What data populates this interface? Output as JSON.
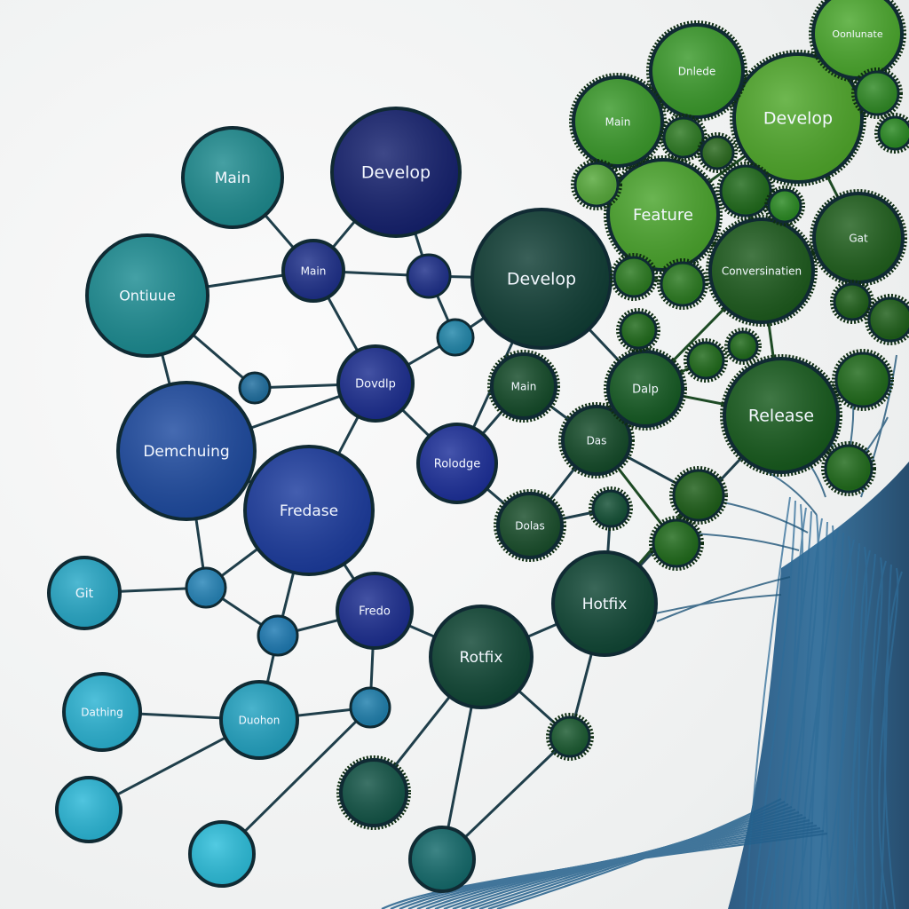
{
  "diagram": {
    "nodes": [
      {
        "id": "n1",
        "label": "Main",
        "color": "#1d8b8f"
      },
      {
        "id": "n2",
        "label": "Develop",
        "color": "#14206e"
      },
      {
        "id": "n3",
        "label": "Ontiuue",
        "color": "#1b8c92"
      },
      {
        "id": "n4",
        "label": "Main",
        "color": "#1d2f8a"
      },
      {
        "id": "n5",
        "label": "",
        "color": "#1d2f8a"
      },
      {
        "id": "n6",
        "label": "Develop",
        "color": "#0f3d34"
      },
      {
        "id": "n7",
        "label": "",
        "color": "#1f6fa0"
      },
      {
        "id": "n8",
        "label": "",
        "color": "#2086aa"
      },
      {
        "id": "n9",
        "label": "Dovdlp",
        "color": "#1b2d90"
      },
      {
        "id": "n10",
        "label": "Demchuing",
        "color": "#1d4aa0"
      },
      {
        "id": "n11",
        "label": "Fredase",
        "color": "#1b3b9e"
      },
      {
        "id": "n12",
        "label": "Rolodge",
        "color": "#1c2f9a"
      },
      {
        "id": "n13",
        "label": "Main",
        "color": "#134a28"
      },
      {
        "id": "n14",
        "label": "Das",
        "color": "#134a28"
      },
      {
        "id": "n15",
        "label": "Dolas",
        "color": "#184d2a"
      },
      {
        "id": "n16",
        "label": "",
        "color": "#135035"
      },
      {
        "id": "n17",
        "label": "Git",
        "color": "#27a9c8"
      },
      {
        "id": "n18",
        "label": "",
        "color": "#2584b8"
      },
      {
        "id": "n19",
        "label": "Fredo",
        "color": "#1b2d90"
      },
      {
        "id": "n20",
        "label": "",
        "color": "#1d7ab3"
      },
      {
        "id": "n21",
        "label": "Hotfix",
        "color": "#0f4634"
      },
      {
        "id": "n22",
        "label": "Rotfix",
        "color": "#0f4634"
      },
      {
        "id": "n23",
        "label": "Dathing",
        "color": "#2ab3d3"
      },
      {
        "id": "n24",
        "label": "Duohon",
        "color": "#22a3c2"
      },
      {
        "id": "n25",
        "label": "",
        "color": "#1e7fad"
      },
      {
        "id": "n26",
        "label": "",
        "color": "#1a5a30"
      },
      {
        "id": "n27",
        "label": "",
        "color": "#2ab8d8"
      },
      {
        "id": "n28",
        "label": "",
        "color": "#2cbfdc"
      },
      {
        "id": "n29",
        "label": "",
        "color": "#125446"
      },
      {
        "id": "n30",
        "label": "",
        "color": "#136a6b"
      },
      {
        "id": "n31",
        "label": "Dalp",
        "color": "#145a22"
      },
      {
        "id": "n32",
        "label": "Release",
        "color": "#165a1c"
      },
      {
        "id": "n33",
        "label": "Conversinatien",
        "color": "#1c5a1c"
      },
      {
        "id": "n34",
        "label": "Gat",
        "color": "#1f5f1c"
      },
      {
        "id": "n35",
        "label": "Feature",
        "color": "#4aa52c"
      },
      {
        "id": "n36",
        "label": "Develop",
        "color": "#4fa82a"
      },
      {
        "id": "n37",
        "label": "Dnlede",
        "color": "#3a9a2a"
      },
      {
        "id": "n38",
        "label": "Main",
        "color": "#3a9a2a"
      },
      {
        "id": "n39",
        "label": "Oonlunate",
        "color": "#4aa82c"
      },
      {
        "id": "n40",
        "label": "",
        "color": "#2d7a22"
      },
      {
        "id": "n41",
        "label": "",
        "color": "#2a6a1e"
      },
      {
        "id": "n42",
        "label": "",
        "color": "#2f8a24"
      },
      {
        "id": "n43",
        "label": "",
        "color": "#2a7a1f"
      },
      {
        "id": "n44",
        "label": "",
        "color": "#2a7a1f"
      },
      {
        "id": "n45",
        "label": "",
        "color": "#1f6a1a"
      },
      {
        "id": "n46",
        "label": "",
        "color": "#2a8a22"
      },
      {
        "id": "n47",
        "label": "",
        "color": "#1d5e18"
      },
      {
        "id": "n48",
        "label": "",
        "color": "#1d5e18"
      },
      {
        "id": "n49",
        "label": "",
        "color": "#1d5e18"
      },
      {
        "id": "n50",
        "label": "",
        "color": "#1f6a1a"
      },
      {
        "id": "n51",
        "label": "",
        "color": "#1f6a1a"
      },
      {
        "id": "n52",
        "label": "",
        "color": "#1f6a1a"
      },
      {
        "id": "n53",
        "label": "",
        "color": "#1f6a1a"
      },
      {
        "id": "n54",
        "label": "",
        "color": "#1f6a1a"
      },
      {
        "id": "n55",
        "label": "",
        "color": "#1f6a1a"
      },
      {
        "id": "n56",
        "label": "",
        "color": "#2a8a22"
      },
      {
        "id": "n57",
        "label": "",
        "color": "#56a93a"
      }
    ],
    "edges": [
      [
        "n1",
        "n4"
      ],
      [
        "n2",
        "n4"
      ],
      [
        "n2",
        "n5"
      ],
      [
        "n3",
        "n4"
      ],
      [
        "n3",
        "n7"
      ],
      [
        "n4",
        "n5"
      ],
      [
        "n4",
        "n9"
      ],
      [
        "n5",
        "n6"
      ],
      [
        "n5",
        "n8"
      ],
      [
        "n6",
        "n8"
      ],
      [
        "n7",
        "n9"
      ],
      [
        "n8",
        "n9"
      ],
      [
        "n3",
        "n10"
      ],
      [
        "n9",
        "n11"
      ],
      [
        "n9",
        "n10"
      ],
      [
        "n9",
        "n12"
      ],
      [
        "n10",
        "n11"
      ],
      [
        "n11",
        "n18"
      ],
      [
        "n10",
        "n18"
      ],
      [
        "n17",
        "n18"
      ],
      [
        "n18",
        "n20"
      ],
      [
        "n11",
        "n20"
      ],
      [
        "n20",
        "n19"
      ],
      [
        "n11",
        "n19"
      ],
      [
        "n20",
        "n24"
      ],
      [
        "n23",
        "n24"
      ],
      [
        "n24",
        "n25"
      ],
      [
        "n19",
        "n25"
      ],
      [
        "n24",
        "n27"
      ],
      [
        "n25",
        "n28"
      ],
      [
        "n19",
        "n22"
      ],
      [
        "n22",
        "n21"
      ],
      [
        "n22",
        "n29"
      ],
      [
        "n22",
        "n30"
      ],
      [
        "n22",
        "n26"
      ],
      [
        "n26",
        "n21"
      ],
      [
        "n26",
        "n30"
      ],
      [
        "n12",
        "n13"
      ],
      [
        "n12",
        "n15"
      ],
      [
        "n13",
        "n14"
      ],
      [
        "n14",
        "n15"
      ],
      [
        "n15",
        "n16"
      ],
      [
        "n16",
        "n21"
      ],
      [
        "n14",
        "n31"
      ],
      [
        "n12",
        "n6"
      ],
      [
        "n6",
        "n31"
      ],
      [
        "n21",
        "n32"
      ],
      [
        "n14",
        "n49"
      ]
    ]
  }
}
